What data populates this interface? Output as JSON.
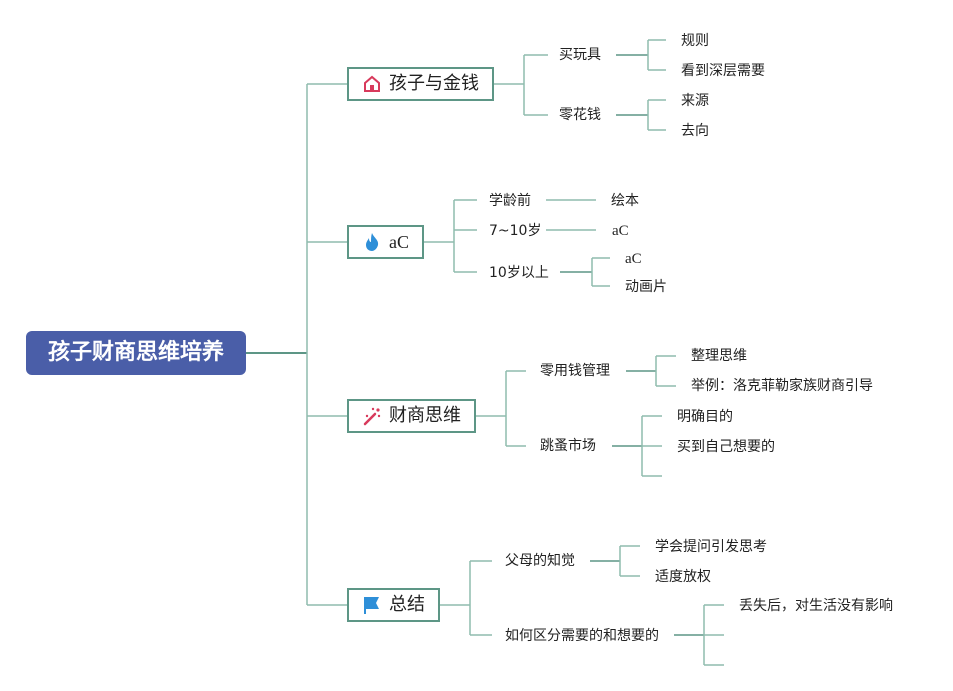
{
  "root": {
    "label": "孩子财商思维培养"
  },
  "branches": [
    {
      "label": "孩子与金钱",
      "icon": "home-icon",
      "children": [
        {
          "label": "买玩具",
          "children": [
            "规则",
            "看到深层需要"
          ]
        },
        {
          "label": "零花钱",
          "children": [
            "来源",
            "去向"
          ]
        }
      ]
    },
    {
      "label": "aC",
      "icon": "fire-icon",
      "children": [
        {
          "label": "学龄前",
          "children": [
            "绘本"
          ]
        },
        {
          "label": "7~10岁",
          "children": [
            "aC"
          ]
        },
        {
          "label": "10岁以上",
          "children": [
            "aC",
            "动画片"
          ]
        }
      ]
    },
    {
      "label": "财商思维",
      "icon": "magic-wand-icon",
      "children": [
        {
          "label": "零用钱管理",
          "children": [
            "整理思维",
            "举例：洛克菲勒家族财商引导"
          ]
        },
        {
          "label": "跳蚤市场",
          "children": [
            "明确目的",
            "买到自己想要的",
            ""
          ]
        }
      ]
    },
    {
      "label": "总结",
      "icon": "flag-icon",
      "children": [
        {
          "label": "父母的知觉",
          "children": [
            "学会提问引发思考",
            "适度放权"
          ]
        },
        {
          "label": "如何区分需要的和想要的",
          "children": [
            "丢失后，对生活没有影响",
            "",
            ""
          ]
        }
      ]
    }
  ]
}
